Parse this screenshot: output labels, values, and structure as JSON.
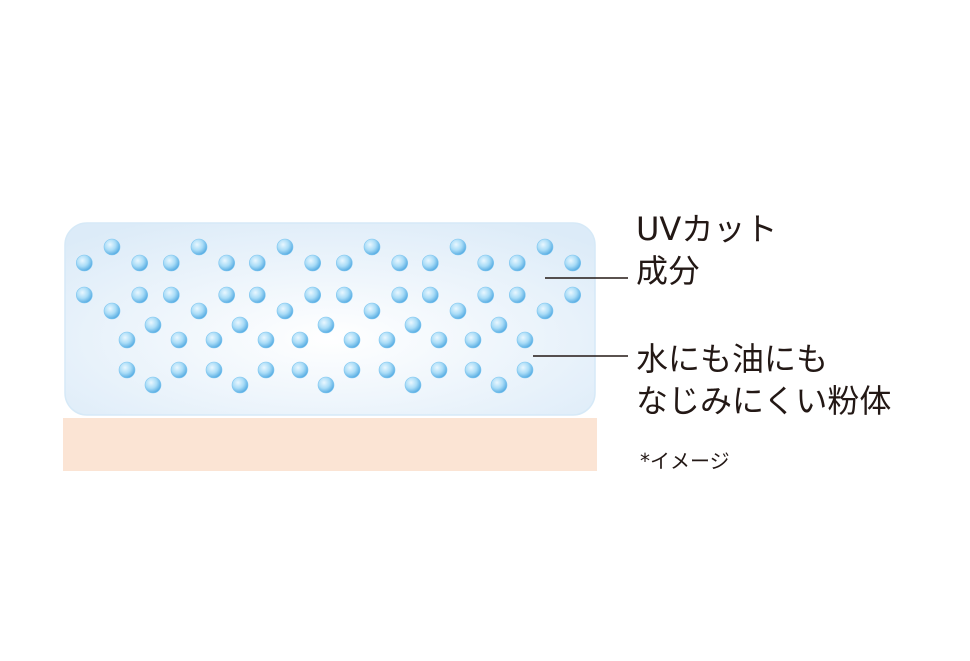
{
  "labels": {
    "uv_cut": [
      "UVカット",
      "成分"
    ],
    "powder": [
      "水にも油にも",
      "なじみにくい粉体"
    ],
    "note": "*イメージ"
  },
  "colors": {
    "film_border": "#d6e9f7",
    "film_fill_center": "#ffffff",
    "film_fill_edge": "#dcebf8",
    "skin": "#fbe4d4",
    "bead_highlight": "#e9f7ff",
    "bead_core": "#7fc6f0",
    "bead_rim": "#5aaee3",
    "leader_line": "#231815"
  },
  "icons": {
    "uv_particle": "light-blue-bead-icon",
    "powder_cluster": "hexagonal-ring-icon"
  }
}
